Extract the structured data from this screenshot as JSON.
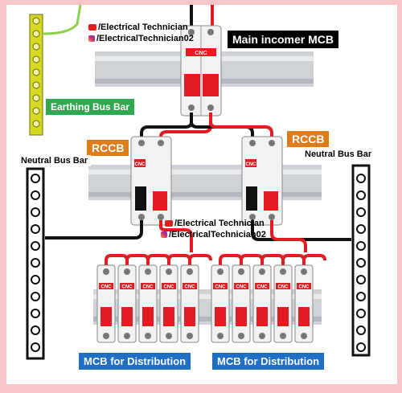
{
  "channel": {
    "youtube": "/Electrical Technician",
    "instagram": "/ElectricalTechnician02"
  },
  "labels": {
    "main_incomer": "Main incomer MCB",
    "earthing_bus_bar": "Earthing Bus Bar",
    "rccb_left": "RCCB",
    "rccb_right": "RCCB",
    "neutral_bus_bar_left": "Neutral Bus Bar",
    "neutral_bus_bar_right": "Neutral Bus Bar",
    "mcb_distribution_left": "MCB for Distribution",
    "mcb_distribution_right": "MCB for Distribution"
  },
  "brand": "CNC",
  "colors": {
    "background": "#f6c6c8",
    "live_wire": "#e31b23",
    "neutral_wire": "#111111",
    "earth_wire": "#8fd14f",
    "earth_bar": "#d4d820",
    "breaker_body": "#f2f2f2",
    "handle_red": "#e31b23"
  }
}
